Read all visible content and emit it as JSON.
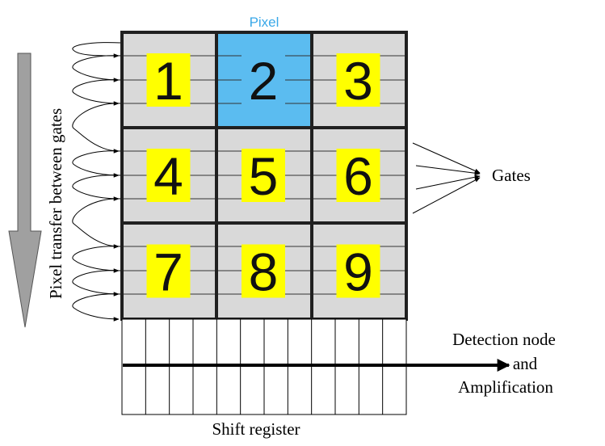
{
  "pixel_label": "Pixel",
  "gates_label": "Gates",
  "transfer_label": "Pixel transfer between gates",
  "detection_label_line1": "Detection node",
  "detection_label_line2": "and",
  "detection_label_line3": "Amplification",
  "shift_register_label": "Shift register",
  "cells": [
    {
      "num": "1",
      "highlight": false
    },
    {
      "num": "2",
      "highlight": true
    },
    {
      "num": "3",
      "highlight": false
    },
    {
      "num": "4",
      "highlight": false
    },
    {
      "num": "5",
      "highlight": false
    },
    {
      "num": "6",
      "highlight": false
    },
    {
      "num": "7",
      "highlight": false
    },
    {
      "num": "8",
      "highlight": false
    },
    {
      "num": "9",
      "highlight": false
    }
  ],
  "colors": {
    "cell_fill": "#d9d9d9",
    "highlight_fill": "#5bbcf0",
    "number_box": "#ffff00",
    "pixel_label": "#3aa8e8",
    "arrow_fill": "#a0a0a0",
    "grid_line": "#202020"
  }
}
